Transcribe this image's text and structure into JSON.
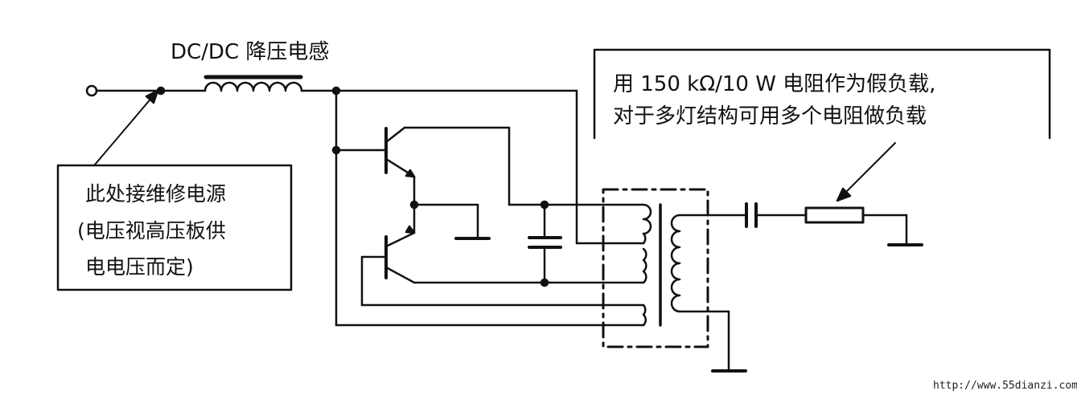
{
  "labels": {
    "inductor": "DC/DC 降压电感",
    "note_line1": "用 150 kΩ/10 W 电阻作为假负载,",
    "note_line2": "对于多灯结构可用多个电阻做负载",
    "power_line1": "此处接维修电源",
    "power_line2": "(电压视高压板供",
    "power_line3": "电电压而定)"
  },
  "watermark": "http://www.55dianzi.com"
}
